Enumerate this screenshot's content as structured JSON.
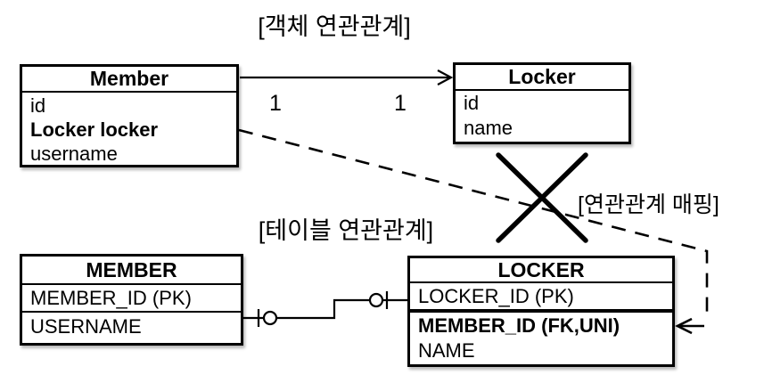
{
  "labels": {
    "object_relation": "[객체 연관관계]",
    "table_relation": "[테이블 연관관계]",
    "mapping": "[연관관계 매핑]",
    "cardinality_left": "1",
    "cardinality_right": "1"
  },
  "object_diagram": {
    "member": {
      "title": "Member",
      "fields": [
        {
          "text": "id",
          "bold": false
        },
        {
          "text": "Locker locker",
          "bold": true
        },
        {
          "text": "username",
          "bold": false
        }
      ]
    },
    "locker": {
      "title": "Locker",
      "fields": [
        {
          "text": "id",
          "bold": false
        },
        {
          "text": "name",
          "bold": false
        }
      ]
    }
  },
  "table_diagram": {
    "member": {
      "title": "MEMBER",
      "rows": [
        "MEMBER_ID (PK)",
        "USERNAME"
      ]
    },
    "locker": {
      "title": "LOCKER",
      "pk_row": "LOCKER_ID (PK)",
      "fk_row": "MEMBER_ID (FK,UNI)",
      "name_row": "NAME"
    }
  },
  "connectors": {
    "object_association": "solid arrow Member to Locker, one-to-one",
    "table_relation": "crow-foot one-to-one line MEMBER to LOCKER",
    "mapping_arrow": "dashed arrow from Locker locker field to MEMBER_ID (FK,UNI) column",
    "crossed_out": "X mark over object-to-table mapping"
  },
  "colors": {
    "line": "#000000",
    "text": "#000000",
    "background": "#ffffff"
  }
}
